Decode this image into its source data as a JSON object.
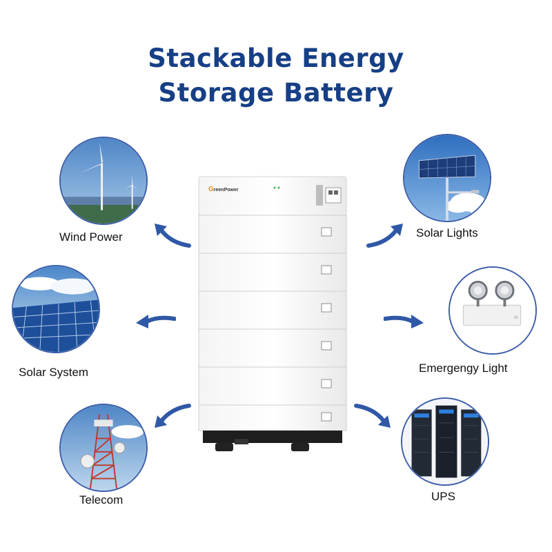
{
  "title": {
    "line1": "Stackable Energy",
    "line2": "Storage Battery"
  },
  "brand": {
    "first_letter": "G",
    "rest": "reenPower"
  },
  "applications": {
    "wind_power": "Wind Power",
    "solar_lights": "Solar Lights",
    "solar_system": "Solar System",
    "emergency_light": "Emergengy Light",
    "telecom": "Telecom",
    "ups": "UPS"
  },
  "colors": {
    "title": "#163f86",
    "arrow": "#2f58a6",
    "circle_border": "#3b5da8",
    "brand_accent": "#f08a1c"
  }
}
